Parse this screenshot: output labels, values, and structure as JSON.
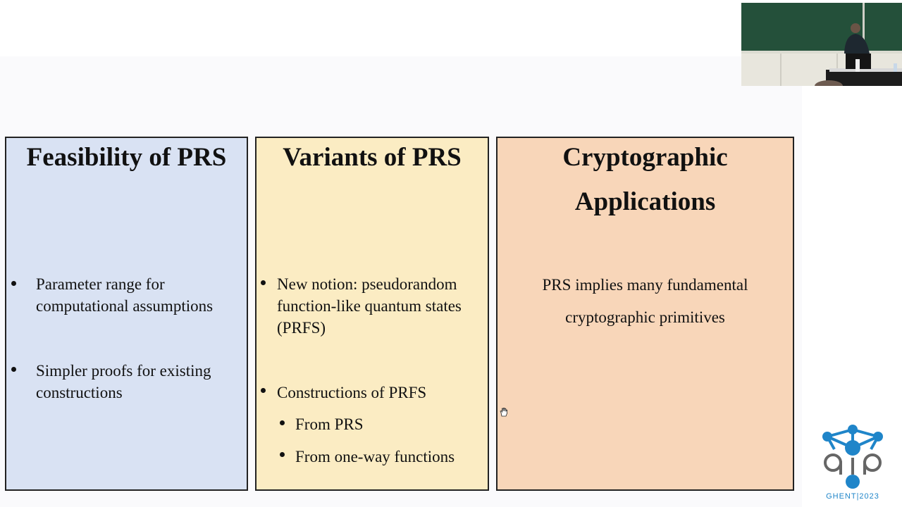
{
  "slide": {
    "columns": [
      {
        "title": "Feasibility of PRS",
        "color": "#d9e2f3",
        "bullets": [
          {
            "lines": [
              "Parameter range for",
              "computational assumptions"
            ]
          },
          {
            "lines": [
              "Simpler proofs for existing",
              "constructions"
            ]
          }
        ]
      },
      {
        "title": "Variants of PRS",
        "color": "#fbecc3",
        "bullets": [
          {
            "lines": [
              "New notion: pseudorandom",
              "function-like quantum states",
              "(PRFS)"
            ]
          },
          {
            "lines": [
              "Constructions of PRFS"
            ]
          }
        ],
        "sub_bullets": [
          "From PRS",
          "From one-way functions"
        ]
      },
      {
        "title_lines": [
          "Cryptographic",
          "Applications"
        ],
        "color": "#f8d6b9",
        "paragraph_lines": [
          "PRS implies many fundamental",
          "cryptographic primitives"
        ]
      }
    ]
  },
  "overlay": {
    "speaker_video": "speaker-camera-feed",
    "logo_text": "GHENT|2023",
    "logo_letters": "qip"
  }
}
